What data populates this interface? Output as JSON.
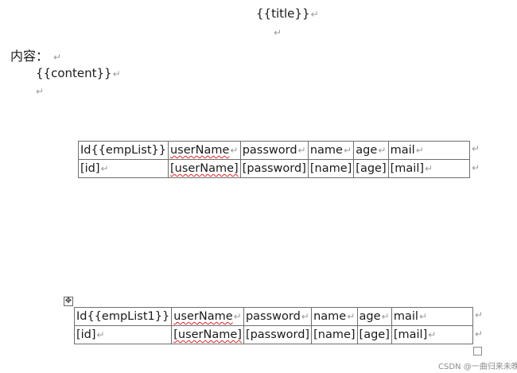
{
  "paragraph_mark": "↵",
  "title_placeholder": "{{title}}",
  "heading": "内容：",
  "content_placeholder": "{{content}}",
  "table1": {
    "header": [
      "Id{{empList}}",
      "userName",
      "password",
      "name",
      "age",
      "mail"
    ],
    "row": [
      "[id]",
      "[userName]",
      "[password]",
      "[name]",
      "[age]",
      "[mail]"
    ]
  },
  "table2": {
    "header": [
      "Id{{empList1}}",
      "userName",
      "password",
      "name",
      "age",
      "mail"
    ],
    "row": [
      "[id]",
      "[userName]",
      "[password]",
      "[name]",
      "[age]",
      "[mail]"
    ]
  },
  "icons": {
    "paragraph": "paragraph-mark-icon",
    "move": "table-move-handle-icon",
    "resize": "table-resize-handle-icon",
    "move_glyph": "✥"
  },
  "watermark": "CSDN @一曲归来未晚"
}
